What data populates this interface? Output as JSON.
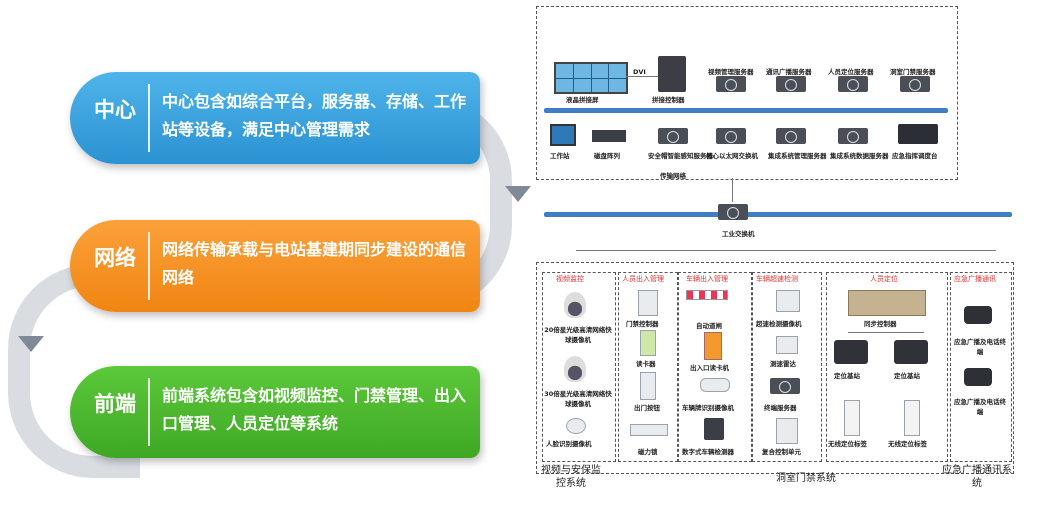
{
  "tiers": [
    {
      "title": "中心",
      "desc": "中心包含如综合平台，服务器、存储、工作站等设备，满足中心管理需求",
      "color": "#3aa3df"
    },
    {
      "title": "网络",
      "desc": "网络传输承载与电站基建期同步建设的通信网络",
      "color": "#f7921e"
    },
    {
      "title": "前端",
      "desc": "前端系统包含如视频监控、门禁管理、出入口管理、人员定位等系统",
      "color": "#4cb82e"
    }
  ],
  "diagram": {
    "top_labels": {
      "video_wall": "液晶拼接屏",
      "dvi": "DVI",
      "splice_controller": "拼接控制器",
      "video_mgmt": "视频管理服务器",
      "broadcast_srv": "通讯广播服务器",
      "locate_srv": "人员定位服务器",
      "door_srv": "洞室门禁服务器",
      "workstation": "工作站",
      "disk_array": "磁盘阵列",
      "safety_srv": "安全帽智能感知服务器",
      "core_switch": "核心以太网交换机",
      "integ_mgmt": "集成系统管理服务器",
      "integ_db": "集成系统数据服务器",
      "emergency_console": "应急指挥调度台",
      "transport_net": "传输网络",
      "industrial_switch": "工业交换机"
    },
    "sections": {
      "video": "视频监控",
      "person_gate": "人员出入管理",
      "vehicle_gate": "车辆出入管理",
      "overload": "车辆超速检测",
      "personnel": "人员定位",
      "broadcast": "应急广播通讯"
    },
    "devices": {
      "cam1": "20倍星光级高清网络快球摄像机",
      "cam2": "30倍星光级高清网络快球摄像机",
      "face_cam": "人脸识别摄像机",
      "door_ctrl": "门禁控制器",
      "card_reader": "读卡器",
      "exit_btn": "出门按钮",
      "mag_lock": "磁力锁",
      "auto_gate": "自动道闸",
      "gate_card_reader": "出入口读卡机",
      "plate_cam": "车辆牌识别摄像机",
      "vehicle_detector": "数字式车辆检测器",
      "speed_cam": "超速检测摄像机",
      "radar": "测速雷达",
      "term_srv": "终端服务器",
      "combo_ctrl": "复合控制单元",
      "sync_ctrl": "同步控制器",
      "base1": "定位基站",
      "base2": "定位基站",
      "tag1": "无线定位标签",
      "tag2": "无线定位标签",
      "phone1": "应急广播及电话终端",
      "phone2": "应急广播及电话终端"
    },
    "systems": {
      "video_sys": "视频与安保监控系统",
      "door_sys": "洞室门禁系统",
      "broadcast_sys": "应急广播通讯系统"
    }
  },
  "colors": {
    "bar": "#3f7dc6",
    "section_title": "#e03030",
    "arrow": "#7f8a96"
  }
}
